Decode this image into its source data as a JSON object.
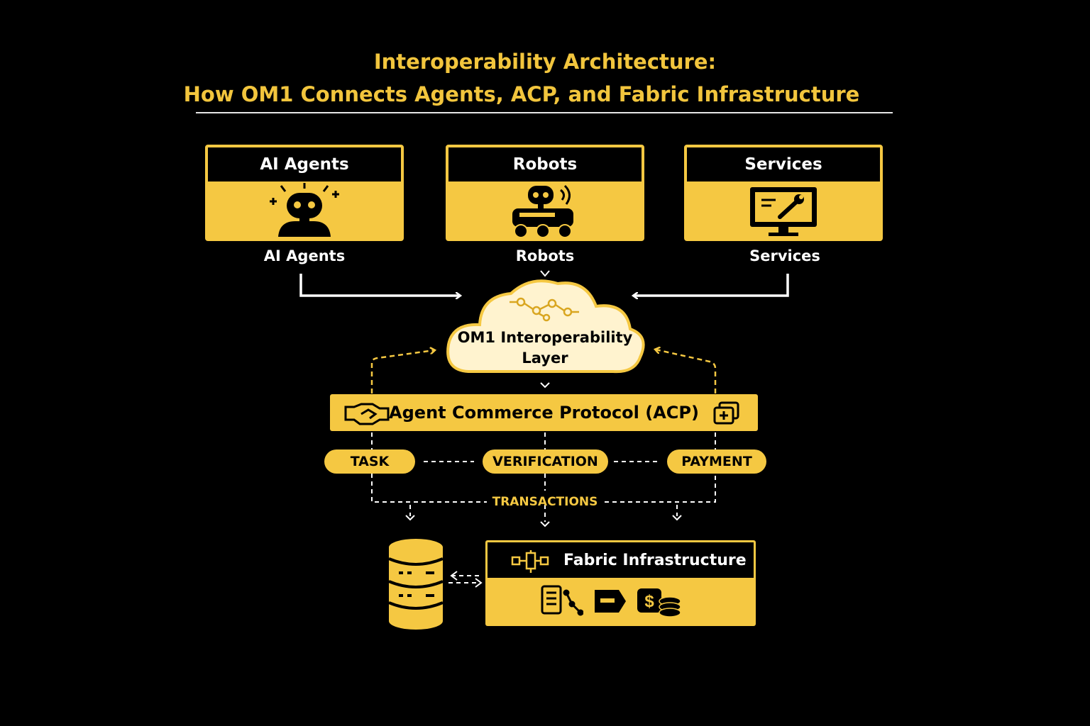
{
  "title_line1": "Interoperability Architecture:",
  "title_line2": "How OM1 Connects Agents, ACP, and Fabric Infrastructure",
  "sources": [
    {
      "header": "AI Agents",
      "label": "AI Agents",
      "icon": "robot-head-icon"
    },
    {
      "header": "Robots",
      "label": "Robots",
      "icon": "rover-robot-icon"
    },
    {
      "header": "Services",
      "label": "Services",
      "icon": "monitor-wrench-icon"
    }
  ],
  "layer": {
    "line1": "OM1 Interoperability",
    "line2": "Layer",
    "icon": "network-nodes-icon"
  },
  "acp": {
    "label": "Agent Commerce Protocol (ACP)",
    "icons": [
      "handshake-icon",
      "wallet-plus-icon"
    ]
  },
  "stages": [
    "TASK",
    "VERIFICATION",
    "PAYMENT"
  ],
  "transactions_label": "TRANSACTIONS",
  "fabric": {
    "label": "Fabric Infrastructure",
    "icons": [
      "fabric-hub-icon",
      "document-icon",
      "graph-icon",
      "tag-icon",
      "money-coins-icon"
    ]
  },
  "storage": {
    "icon": "database-icon"
  },
  "colors": {
    "accent": "#f5c842",
    "title": "#f2c53d",
    "background": "#000000",
    "cloud": "#fff3cf"
  }
}
